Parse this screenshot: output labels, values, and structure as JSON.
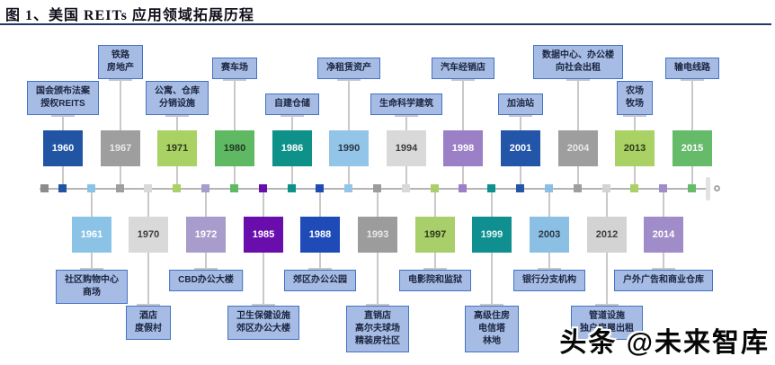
{
  "title": "图 1、美国 REITs 应用领域拓展历程",
  "watermark": "头条 @未来智库",
  "timeline": {
    "milestones": [
      {
        "year": "1960",
        "side": "top",
        "label_lines": [
          "国会颁布法案",
          "授权REITS"
        ],
        "color": "#2155A4",
        "text_color": "#FFFFFF"
      },
      {
        "year": "1961",
        "side": "bottom",
        "label_lines": [
          "社区购物中心",
          "商场"
        ],
        "color": "#8BC3E6",
        "text_color": "#FFFFFF"
      },
      {
        "year": "1967",
        "side": "top",
        "label_lines": [
          "铁路",
          "房地产"
        ],
        "color": "#9E9E9E",
        "text_color": "#E8E8E8"
      },
      {
        "year": "1970",
        "side": "bottom",
        "label_lines": [
          "酒店",
          "度假村"
        ],
        "color": "#D9D9D9",
        "text_color": "#3d3d3d"
      },
      {
        "year": "1971",
        "side": "top",
        "label_lines": [
          "公寓、仓库",
          "分销设施"
        ],
        "color": "#A9D164",
        "text_color": "#2e3a1d"
      },
      {
        "year": "1972",
        "side": "bottom",
        "label_lines": [
          "CBD办公大楼"
        ],
        "color": "#A79CCB",
        "text_color": "#FFFFFF"
      },
      {
        "year": "1980",
        "side": "top",
        "label_lines": [
          "赛车场"
        ],
        "color": "#5FB963",
        "text_color": "#1f3a22"
      },
      {
        "year": "1985",
        "side": "bottom",
        "label_lines": [
          "卫生保健设施",
          "郊区办公大楼"
        ],
        "color": "#6A0DAD",
        "text_color": "#FFFFFF"
      },
      {
        "year": "1986",
        "side": "top",
        "label_lines": [
          "自建仓储"
        ],
        "color": "#0E9188",
        "text_color": "#FFFFFF"
      },
      {
        "year": "1988",
        "side": "bottom",
        "label_lines": [
          "郊区办公公园"
        ],
        "color": "#1F4BB8",
        "text_color": "#FFFFFF"
      },
      {
        "year": "1990",
        "side": "top",
        "label_lines": [
          "净租赁资产"
        ],
        "color": "#92C5E8",
        "text_color": "#2c3a4a"
      },
      {
        "year": "1993",
        "side": "bottom",
        "label_lines": [
          "直销店",
          "高尔夫球场",
          "精装房社区"
        ],
        "color": "#9C9C9C",
        "text_color": "#E8E8E8"
      },
      {
        "year": "1994",
        "side": "top",
        "label_lines": [
          "生命科学建筑"
        ],
        "color": "#D9D9D9",
        "text_color": "#3d3d3d"
      },
      {
        "year": "1997",
        "side": "bottom",
        "label_lines": [
          "电影院和监狱"
        ],
        "color": "#A9CF6A",
        "text_color": "#2e3a1d"
      },
      {
        "year": "1998",
        "side": "top",
        "label_lines": [
          "汽车经销店"
        ],
        "color": "#9B7FC7",
        "text_color": "#FFFFFF"
      },
      {
        "year": "1999",
        "side": "bottom",
        "label_lines": [
          "高级住房",
          "电信塔",
          "林地"
        ],
        "color": "#0F8F8F",
        "text_color": "#E6F5F5"
      },
      {
        "year": "2001",
        "side": "top",
        "label_lines": [
          "加油站"
        ],
        "color": "#2355A8",
        "text_color": "#FFFFFF"
      },
      {
        "year": "2003",
        "side": "bottom",
        "label_lines": [
          "银行分支机构"
        ],
        "color": "#8BBFE3",
        "text_color": "#2c3a4a"
      },
      {
        "year": "2004",
        "side": "top",
        "label_lines": [
          "数据中心、办公楼",
          "向社会出租"
        ],
        "color": "#9E9E9E",
        "text_color": "#E8E8E8"
      },
      {
        "year": "2012",
        "side": "bottom",
        "label_lines": [
          "管道设施",
          "独户房屋出租"
        ],
        "color": "#D3D3D3",
        "text_color": "#3d3d3d"
      },
      {
        "year": "2013",
        "side": "top",
        "label_lines": [
          "农场",
          "牧场"
        ],
        "color": "#A9D164",
        "text_color": "#2e3a1d"
      },
      {
        "year": "2014",
        "side": "bottom",
        "label_lines": [
          "户外广告和商业仓库"
        ],
        "color": "#A08CC8",
        "text_color": "#FFFFFF"
      },
      {
        "year": "2015",
        "side": "top",
        "label_lines": [
          "输电线路"
        ],
        "color": "#66BB6A",
        "text_color": "#FFFFFF"
      }
    ]
  }
}
